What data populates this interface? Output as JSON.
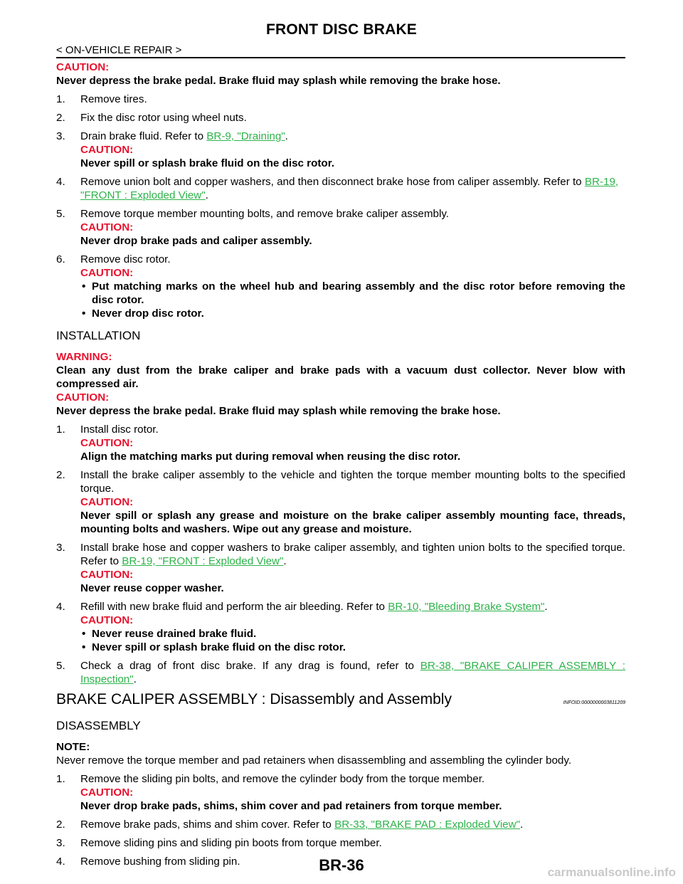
{
  "header": {
    "title": "FRONT DISC BRAKE",
    "section": "< ON-VEHICLE REPAIR >"
  },
  "removal": {
    "caution_label": "CAUTION:",
    "caution_text": "Never depress the brake pedal. Brake fluid may splash while removing the brake hose.",
    "steps": {
      "s1": {
        "num": "1.",
        "text": "Remove tires."
      },
      "s2": {
        "num": "2.",
        "text": "Fix the disc rotor using wheel nuts."
      },
      "s3": {
        "num": "3.",
        "text": "Drain brake fluid. Refer to ",
        "link": "BR-9, \"Draining\"",
        "after": ".",
        "caution_label": "CAUTION:",
        "caution_text": "Never spill or splash brake fluid on the disc rotor."
      },
      "s4": {
        "num": "4.",
        "text": "Remove union bolt and copper washers, and then disconnect brake hose from caliper assembly. Refer to ",
        "link": "BR-19, \"FRONT : Exploded View\"",
        "after": "."
      },
      "s5": {
        "num": "5.",
        "text": "Remove torque member mounting bolts, and remove brake caliper assembly.",
        "caution_label": "CAUTION:",
        "caution_text": "Never drop brake pads and caliper assembly."
      },
      "s6": {
        "num": "6.",
        "text": "Remove disc rotor.",
        "caution_label": "CAUTION:",
        "bullet1": "Put matching marks on the wheel hub and bearing assembly and the disc rotor before removing the disc rotor.",
        "bullet2": "Never drop disc rotor."
      }
    }
  },
  "installation": {
    "heading": "INSTALLATION",
    "warning_label": "WARNING:",
    "warning_text": "Clean any dust from the brake caliper and brake pads with a vacuum dust collector. Never blow with compressed air.",
    "caution_label": "CAUTION:",
    "caution_text": "Never depress the brake pedal. Brake fluid may splash while removing the brake hose.",
    "steps": {
      "s1": {
        "num": "1.",
        "text": "Install disc rotor.",
        "caution_label": "CAUTION:",
        "caution_text": "Align the matching marks put during removal when reusing the disc rotor."
      },
      "s2": {
        "num": "2.",
        "text": "Install the brake caliper assembly to the vehicle and tighten the torque member mounting bolts to the specified torque.",
        "caution_label": "CAUTION:",
        "caution_text": "Never spill or splash any grease and moisture on the brake caliper assembly mounting face, threads, mounting bolts and washers. Wipe out any grease and moisture."
      },
      "s3": {
        "num": "3.",
        "text": "Install brake hose and copper washers to brake caliper assembly, and tighten union bolts to the specified torque. Refer to ",
        "link": "BR-19, \"FRONT : Exploded View\"",
        "after": ".",
        "caution_label": "CAUTION:",
        "caution_text": "Never reuse copper washer."
      },
      "s4": {
        "num": "4.",
        "text": "Refill with new brake fluid and perform the air bleeding. Refer to ",
        "link": "BR-10, \"Bleeding Brake System\"",
        "after": ".",
        "caution_label": "CAUTION:",
        "bullet1": "Never reuse drained brake fluid.",
        "bullet2": "Never spill or splash brake fluid on the disc rotor."
      },
      "s5": {
        "num": "5.",
        "text": "Check a drag of front disc brake. If any drag is found, refer to ",
        "link": "BR-38, \"BRAKE CALIPER ASSEMBLY : Inspection\"",
        "after": "."
      }
    }
  },
  "caliper": {
    "heading": "BRAKE CALIPER ASSEMBLY : Disassembly and Assembly",
    "infoid": "INFOID:0000000003811209",
    "disassembly_heading": "DISASSEMBLY",
    "note_label": "NOTE:",
    "note_text": "Never remove the torque member and pad retainers when disassembling and assembling the cylinder body.",
    "steps": {
      "s1": {
        "num": "1.",
        "text": "Remove the sliding pin bolts, and remove the cylinder body from the torque member.",
        "caution_label": "CAUTION:",
        "caution_text": "Never drop brake pads, shims, shim cover and pad retainers from torque member."
      },
      "s2": {
        "num": "2.",
        "text": "Remove brake pads, shims and shim cover. Refer to ",
        "link": "BR-33, \"BRAKE PAD : Exploded View\"",
        "after": "."
      },
      "s3": {
        "num": "3.",
        "text": "Remove sliding pins and sliding pin boots from torque member."
      },
      "s4": {
        "num": "4.",
        "text": "Remove bushing from sliding pin."
      }
    }
  },
  "footer": {
    "page": "BR-36",
    "watermark": "carmanualsonline.info"
  },
  "bullet_char": "•"
}
